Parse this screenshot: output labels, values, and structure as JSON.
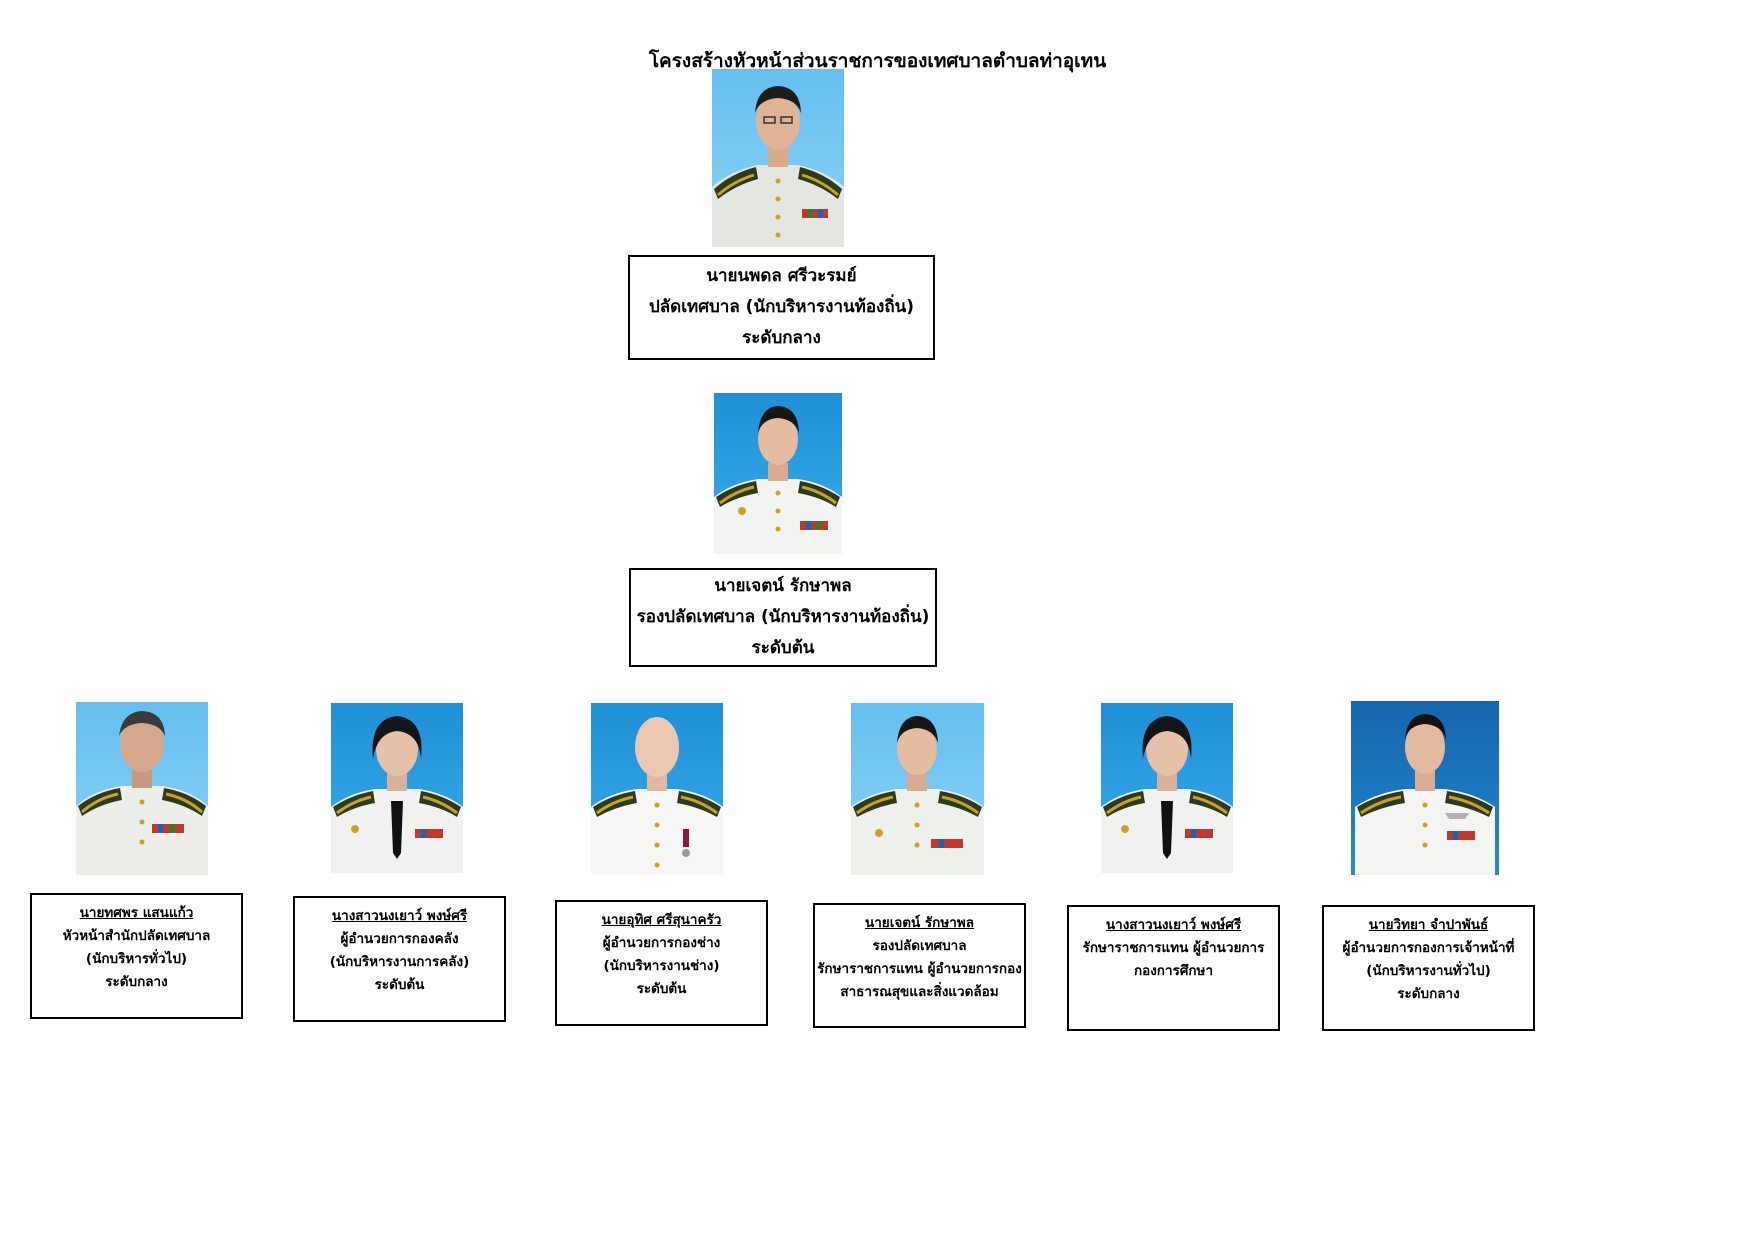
{
  "title": "โครงสร้างหัวหน้าส่วนราชการของเทศบาลตำบลท่าอุเทน",
  "top": {
    "name": "นายนพดล  ศรีวะรมย์",
    "position": "ปลัดเทศบาล (นักบริหารงานท้องถิ่น)",
    "level": "ระดับกลาง"
  },
  "deputy": {
    "name": "นายเจตน์  รักษาพล",
    "position": "รองปลัดเทศบาล (นักบริหารงานท้องถิ่น)",
    "level": "ระดับต้น"
  },
  "heads": [
    {
      "name": "นายทศพร  แสนแก้ว",
      "lines": [
        "หัวหน้าสำนักปลัดเทศบาล",
        "(นักบริหารทั่วไป)",
        "ระดับกลาง"
      ]
    },
    {
      "name": "นางสาวนงเยาว์  พงษ์ศรี",
      "lines": [
        "ผู้อำนวยการกองคลัง",
        "(นักบริหารงานการคลัง)",
        "ระดับต้น"
      ]
    },
    {
      "name": "นายอุทิศ  ศรีสุนาครัว",
      "lines": [
        "ผู้อำนวยการกองช่าง",
        "(นักบริหารงานช่าง)",
        "ระดับต้น"
      ]
    },
    {
      "name": "นายเจตน์  รักษาพล",
      "lines": [
        "รองปลัดเทศบาล",
        "รักษาราชการแทน ผู้อำนวยการกอง",
        "สาธารณสุขและสิ่งแวดล้อม"
      ]
    },
    {
      "name": "นางสาวนงเยาว์  พงษ์ศรี",
      "lines": [
        "รักษาราชการแทน ผู้อำนวยการ",
        "กองการศึกษา"
      ]
    },
    {
      "name": "นายวิทยา  จำปาพันธ์",
      "lines": [
        "ผู้อำนวยการกองการเจ้าหน้าที่",
        "(นักบริหารงานทั่วไป)",
        "ระดับกลาง"
      ]
    }
  ]
}
